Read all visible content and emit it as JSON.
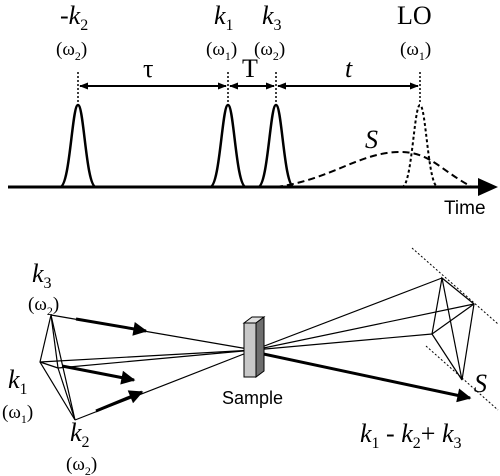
{
  "timing": {
    "pulses": [
      {
        "label": "-k",
        "sub": "2",
        "freq": "ω",
        "freq_sub": "2"
      },
      {
        "label": "k",
        "sub": "1",
        "freq": "ω",
        "freq_sub": "1"
      },
      {
        "label": "k",
        "sub": "3",
        "freq": "ω",
        "freq_sub": "2"
      },
      {
        "label": "LO",
        "sub": "",
        "freq": "ω",
        "freq_sub": "1"
      }
    ],
    "delays": {
      "tau": "τ",
      "T": "T",
      "t": "t"
    },
    "signal_label": "S",
    "axis_label": "Time"
  },
  "geometry": {
    "beams": [
      {
        "label": "k",
        "sub": "3",
        "freq": "ω",
        "freq_sub": "2"
      },
      {
        "label": "k",
        "sub": "1",
        "freq": "ω",
        "freq_sub": "1"
      },
      {
        "label": "k",
        "sub": "2",
        "freq": "ω",
        "freq_sub": "2"
      }
    ],
    "sample_label": "Sample",
    "signal_label": "S",
    "signal_direction": {
      "k1": "k",
      "s1": "1",
      "op1": " - ",
      "k2": "k",
      "s2": "2",
      "op2": "+ ",
      "k3": "k",
      "s3": "3"
    }
  }
}
